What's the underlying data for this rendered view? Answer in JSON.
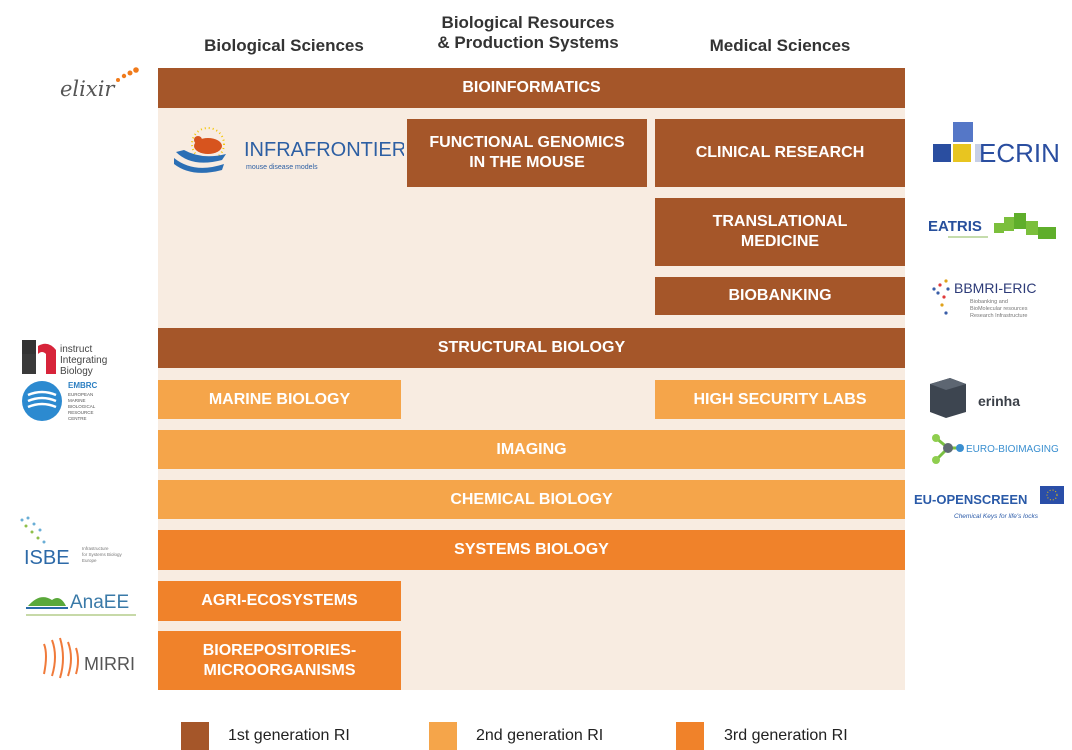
{
  "columns": {
    "bio_sciences": "Biological Sciences",
    "resources_line1": "Biological Resources",
    "resources_line2": "& Production Systems",
    "medical": "Medical Sciences"
  },
  "bars": {
    "bioinformatics": "BIOINFORMATICS",
    "functional_genomics_l1": "FUNCTIONAL GENOMICS",
    "functional_genomics_l2": "IN THE MOUSE",
    "clinical_research": "CLINICAL RESEARCH",
    "translational_l1": "TRANSLATIONAL",
    "translational_l2": "MEDICINE",
    "biobanking": "BIOBANKING",
    "structural_biology": "STRUCTURAL BIOLOGY",
    "marine_biology": "MARINE BIOLOGY",
    "high_security_labs": "HIGH SECURITY LABS",
    "imaging": "IMAGING",
    "chemical_biology": "CHEMICAL BIOLOGY",
    "systems_biology": "SYSTEMS BIOLOGY",
    "agri_ecosystems": "AGRI-ECOSYSTEMS",
    "biorepositories_l1": "BIOREPOSITORIES-",
    "biorepositories_l2": "MICROORGANISMS"
  },
  "logos": {
    "elixir": "elixir",
    "infrafrontier": "INFRAFRONTIER",
    "infrafrontier_sub": "mouse disease models",
    "ecrin": "ECRIN",
    "eatris": "EATRIS",
    "bbmri": "BBMRI-ERIC",
    "bbmri_sub1": "Biobanking and",
    "bbmri_sub2": "BioMolecular resources",
    "bbmri_sub3": "Research Infrastructure",
    "instruct_l1": "instruct",
    "instruct_l2": "Integrating",
    "instruct_l3": "Biology",
    "embrc": "EMBRC",
    "embrc_sub1": "EUROPEAN",
    "embrc_sub2": "MARINE",
    "embrc_sub3": "BIOLOGICAL",
    "embrc_sub4": "RESOURCE",
    "embrc_sub5": "CENTRE",
    "erinha": "erinha",
    "eurobioimaging": "EURO-BIOIMAGING",
    "euopenscreen": "EU-OPENSCREEN",
    "euopenscreen_sub": "Chemical Keys for life's locks",
    "isbe": "ISBE",
    "isbe_sub1": "Infrastructure",
    "isbe_sub2": "for Systems Biology",
    "isbe_sub3": "Europe",
    "anaee": "AnaEE",
    "mirri": "MIRRI"
  },
  "legend": {
    "first": "1st generation RI",
    "second": "2nd generation RI",
    "third": "3rd generation RI"
  },
  "colors": {
    "first_generation": "#a55629",
    "second_generation": "#f5a54a",
    "third_generation": "#f0822a",
    "panel_background": "#f8ece1"
  }
}
